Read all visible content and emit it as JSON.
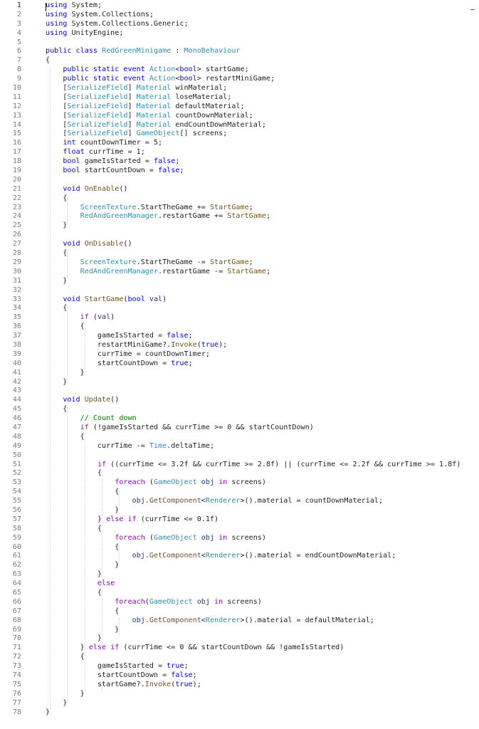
{
  "editor": {
    "current_line": 1,
    "colors": {
      "keyword": "#0000ff",
      "type": "#2b91af",
      "method": "#74531f",
      "control": "#8f08c4",
      "comment": "#008000",
      "local": "#1f377f"
    },
    "lines": [
      [
        [
          "k",
          "using"
        ],
        [
          "p",
          " System;"
        ]
      ],
      [
        [
          "k",
          "using"
        ],
        [
          "p",
          " System.Collections;"
        ]
      ],
      [
        [
          "k",
          "using"
        ],
        [
          "p",
          " System.Collections.Generic;"
        ]
      ],
      [
        [
          "k",
          "using"
        ],
        [
          "p",
          " UnityEngine;"
        ]
      ],
      [],
      [
        [
          "k",
          "public class"
        ],
        [
          "p",
          " "
        ],
        [
          "t",
          "RedGreenMinigame"
        ],
        [
          "p",
          " : "
        ],
        [
          "t",
          "MonoBehaviour"
        ]
      ],
      [
        [
          "p",
          "{"
        ]
      ],
      [
        [
          "p",
          "    "
        ],
        [
          "k",
          "public static event"
        ],
        [
          "p",
          " "
        ],
        [
          "t",
          "Action"
        ],
        [
          "p",
          "<"
        ],
        [
          "k",
          "bool"
        ],
        [
          "p",
          "> startGame;"
        ]
      ],
      [
        [
          "p",
          "    "
        ],
        [
          "k",
          "public static event"
        ],
        [
          "p",
          " "
        ],
        [
          "t",
          "Action"
        ],
        [
          "p",
          "<"
        ],
        [
          "k",
          "bool"
        ],
        [
          "p",
          "> restartMiniGame;"
        ]
      ],
      [
        [
          "p",
          "    ["
        ],
        [
          "t",
          "SerializeField"
        ],
        [
          "p",
          "] "
        ],
        [
          "t",
          "Material"
        ],
        [
          "p",
          " winMaterial;"
        ]
      ],
      [
        [
          "p",
          "    ["
        ],
        [
          "t",
          "SerializeField"
        ],
        [
          "p",
          "] "
        ],
        [
          "t",
          "Material"
        ],
        [
          "p",
          " loseMaterial;"
        ]
      ],
      [
        [
          "p",
          "    ["
        ],
        [
          "t",
          "SerializeField"
        ],
        [
          "p",
          "] "
        ],
        [
          "t",
          "Material"
        ],
        [
          "p",
          " defaultMaterial;"
        ]
      ],
      [
        [
          "p",
          "    ["
        ],
        [
          "t",
          "SerializeField"
        ],
        [
          "p",
          "] "
        ],
        [
          "t",
          "Material"
        ],
        [
          "p",
          " countDownMaterial;"
        ]
      ],
      [
        [
          "p",
          "    ["
        ],
        [
          "t",
          "SerializeField"
        ],
        [
          "p",
          "] "
        ],
        [
          "t",
          "Material"
        ],
        [
          "p",
          " endCountDownMaterial;"
        ]
      ],
      [
        [
          "p",
          "    ["
        ],
        [
          "t",
          "SerializeField"
        ],
        [
          "p",
          "] "
        ],
        [
          "t",
          "GameObject"
        ],
        [
          "p",
          "[] screens;"
        ]
      ],
      [
        [
          "p",
          "    "
        ],
        [
          "k",
          "int"
        ],
        [
          "p",
          " countDownTimer = 5;"
        ]
      ],
      [
        [
          "p",
          "    "
        ],
        [
          "k",
          "float"
        ],
        [
          "p",
          " currTime = 1;"
        ]
      ],
      [
        [
          "p",
          "    "
        ],
        [
          "k",
          "bool"
        ],
        [
          "p",
          " gameIsStarted = "
        ],
        [
          "k",
          "false"
        ],
        [
          "p",
          ";"
        ]
      ],
      [
        [
          "p",
          "    "
        ],
        [
          "k",
          "bool"
        ],
        [
          "p",
          " startCountDown = "
        ],
        [
          "k",
          "false"
        ],
        [
          "p",
          ";"
        ]
      ],
      [],
      [
        [
          "p",
          "    "
        ],
        [
          "k",
          "void"
        ],
        [
          "p",
          " "
        ],
        [
          "m",
          "OnEnable"
        ],
        [
          "p",
          "()"
        ]
      ],
      [
        [
          "p",
          "    {"
        ]
      ],
      [
        [
          "p",
          "        "
        ],
        [
          "t",
          "ScreenTexture"
        ],
        [
          "p",
          ".StartTheGame += "
        ],
        [
          "m",
          "StartGame"
        ],
        [
          "p",
          ";"
        ]
      ],
      [
        [
          "p",
          "        "
        ],
        [
          "t",
          "RedAndGreenManager"
        ],
        [
          "p",
          ".restartGame += "
        ],
        [
          "m",
          "StartGame"
        ],
        [
          "p",
          ";"
        ]
      ],
      [
        [
          "p",
          "    }"
        ]
      ],
      [],
      [
        [
          "p",
          "    "
        ],
        [
          "k",
          "void"
        ],
        [
          "p",
          " "
        ],
        [
          "m",
          "OnDisable"
        ],
        [
          "p",
          "()"
        ]
      ],
      [
        [
          "p",
          "    {"
        ]
      ],
      [
        [
          "p",
          "        "
        ],
        [
          "t",
          "ScreenTexture"
        ],
        [
          "p",
          ".StartTheGame -= "
        ],
        [
          "m",
          "StartGame"
        ],
        [
          "p",
          ";"
        ]
      ],
      [
        [
          "p",
          "        "
        ],
        [
          "t",
          "RedAndGreenManager"
        ],
        [
          "p",
          ".restartGame -= "
        ],
        [
          "m",
          "StartGame"
        ],
        [
          "p",
          ";"
        ]
      ],
      [
        [
          "p",
          "    }"
        ]
      ],
      [],
      [
        [
          "p",
          "    "
        ],
        [
          "k",
          "void"
        ],
        [
          "p",
          " "
        ],
        [
          "m",
          "StartGame"
        ],
        [
          "p",
          "("
        ],
        [
          "k",
          "bool"
        ],
        [
          "p",
          " "
        ],
        [
          "v",
          "val"
        ],
        [
          "p",
          ")"
        ]
      ],
      [
        [
          "p",
          "    {"
        ]
      ],
      [
        [
          "p",
          "        "
        ],
        [
          "c",
          "if"
        ],
        [
          "p",
          " ("
        ],
        [
          "v",
          "val"
        ],
        [
          "p",
          ")"
        ]
      ],
      [
        [
          "p",
          "        {"
        ]
      ],
      [
        [
          "p",
          "            gameIsStarted = "
        ],
        [
          "k",
          "false"
        ],
        [
          "p",
          ";"
        ]
      ],
      [
        [
          "p",
          "            restartMiniGame?."
        ],
        [
          "m",
          "Invoke"
        ],
        [
          "p",
          "("
        ],
        [
          "k",
          "true"
        ],
        [
          "p",
          ");"
        ]
      ],
      [
        [
          "p",
          "            currTime = countDownTimer;"
        ]
      ],
      [
        [
          "p",
          "            startCountDown = "
        ],
        [
          "k",
          "true"
        ],
        [
          "p",
          ";"
        ]
      ],
      [
        [
          "p",
          "        }"
        ]
      ],
      [
        [
          "p",
          "    }"
        ]
      ],
      [],
      [
        [
          "p",
          "    "
        ],
        [
          "k",
          "void"
        ],
        [
          "p",
          " "
        ],
        [
          "m",
          "Update"
        ],
        [
          "p",
          "()"
        ]
      ],
      [
        [
          "p",
          "    {"
        ]
      ],
      [
        [
          "p",
          "        "
        ],
        [
          "g",
          "// Count down"
        ]
      ],
      [
        [
          "p",
          "        "
        ],
        [
          "c",
          "if"
        ],
        [
          "p",
          " (!gameIsStarted && currTime >= 0 && startCountDown)"
        ]
      ],
      [
        [
          "p",
          "        {"
        ]
      ],
      [
        [
          "p",
          "            currTime -= "
        ],
        [
          "t",
          "Time"
        ],
        [
          "p",
          ".deltaTime;"
        ]
      ],
      [],
      [
        [
          "p",
          "            "
        ],
        [
          "c",
          "if"
        ],
        [
          "p",
          " ((currTime <= 3.2f && currTime >= 2.8f) || (currTime <= 2.2f && currTime >= 1.8f)"
        ]
      ],
      [
        [
          "p",
          "            {"
        ]
      ],
      [
        [
          "p",
          "                "
        ],
        [
          "c",
          "foreach"
        ],
        [
          "p",
          " ("
        ],
        [
          "t",
          "GameObject"
        ],
        [
          "p",
          " "
        ],
        [
          "v",
          "obj"
        ],
        [
          "p",
          " "
        ],
        [
          "c",
          "in"
        ],
        [
          "p",
          " screens)"
        ]
      ],
      [
        [
          "p",
          "                {"
        ]
      ],
      [
        [
          "p",
          "                    "
        ],
        [
          "v",
          "obj"
        ],
        [
          "p",
          "."
        ],
        [
          "m",
          "GetComponent"
        ],
        [
          "p",
          "<"
        ],
        [
          "t",
          "Renderer"
        ],
        [
          "p",
          ">().material = countDownMaterial;"
        ]
      ],
      [
        [
          "p",
          "                }"
        ]
      ],
      [
        [
          "p",
          "            } "
        ],
        [
          "c",
          "else if"
        ],
        [
          "p",
          " (currTime <= 0.1f)"
        ]
      ],
      [
        [
          "p",
          "            {"
        ]
      ],
      [
        [
          "p",
          "                "
        ],
        [
          "c",
          "foreach"
        ],
        [
          "p",
          " ("
        ],
        [
          "t",
          "GameObject"
        ],
        [
          "p",
          " "
        ],
        [
          "v",
          "obj"
        ],
        [
          "p",
          " "
        ],
        [
          "c",
          "in"
        ],
        [
          "p",
          " screens)"
        ]
      ],
      [
        [
          "p",
          "                {"
        ]
      ],
      [
        [
          "p",
          "                    "
        ],
        [
          "v",
          "obj"
        ],
        [
          "p",
          "."
        ],
        [
          "m",
          "GetComponent"
        ],
        [
          "p",
          "<"
        ],
        [
          "t",
          "Renderer"
        ],
        [
          "p",
          ">().material = endCountDownMaterial;"
        ]
      ],
      [
        [
          "p",
          "                }"
        ]
      ],
      [
        [
          "p",
          "            }"
        ]
      ],
      [
        [
          "p",
          "            "
        ],
        [
          "c",
          "else"
        ]
      ],
      [
        [
          "p",
          "            {"
        ]
      ],
      [
        [
          "p",
          "                "
        ],
        [
          "c",
          "foreach"
        ],
        [
          "p",
          "("
        ],
        [
          "t",
          "GameObject"
        ],
        [
          "p",
          " "
        ],
        [
          "v",
          "obj"
        ],
        [
          "p",
          " "
        ],
        [
          "c",
          "in"
        ],
        [
          "p",
          " screens)"
        ]
      ],
      [
        [
          "p",
          "                {"
        ]
      ],
      [
        [
          "p",
          "                    "
        ],
        [
          "v",
          "obj"
        ],
        [
          "p",
          "."
        ],
        [
          "m",
          "GetComponent"
        ],
        [
          "p",
          "<"
        ],
        [
          "t",
          "Renderer"
        ],
        [
          "p",
          ">().material = defaultMaterial;"
        ]
      ],
      [
        [
          "p",
          "                }"
        ]
      ],
      [
        [
          "p",
          "            }"
        ]
      ],
      [
        [
          "p",
          "        } "
        ],
        [
          "c",
          "else if"
        ],
        [
          "p",
          " (currTime <= 0 && startCountDown && !gameIsStarted)"
        ]
      ],
      [
        [
          "p",
          "        {"
        ]
      ],
      [
        [
          "p",
          "            gameIsStarted = "
        ],
        [
          "k",
          "true"
        ],
        [
          "p",
          ";"
        ]
      ],
      [
        [
          "p",
          "            startCountDown = "
        ],
        [
          "k",
          "false"
        ],
        [
          "p",
          ";"
        ]
      ],
      [
        [
          "p",
          "            startGame?."
        ],
        [
          "m",
          "Invoke"
        ],
        [
          "p",
          "("
        ],
        [
          "k",
          "true"
        ],
        [
          "p",
          ");"
        ]
      ],
      [
        [
          "p",
          "        }"
        ]
      ],
      [
        [
          "p",
          "    }"
        ]
      ],
      [
        [
          "p",
          "}"
        ]
      ]
    ]
  }
}
